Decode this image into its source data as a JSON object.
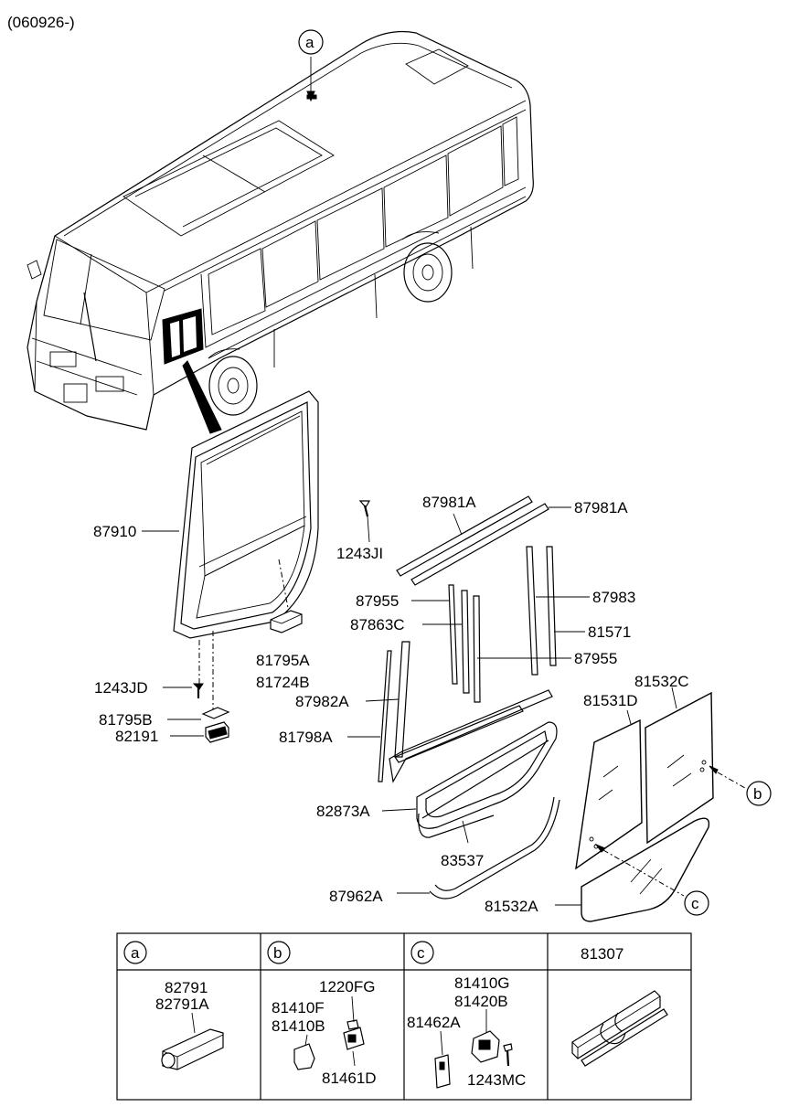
{
  "header": {
    "code": "(060926-)"
  },
  "callouts": {
    "a": "a",
    "b": "b",
    "c": "c"
  },
  "parts": {
    "p87910": "87910",
    "p1243JD": "1243JD",
    "p81795B": "81795B",
    "p82191": "82191",
    "p81795A": "81795A",
    "p81724B": "81724B",
    "p1243JI": "1243JI",
    "p87981A_1": "87981A",
    "p87981A_2": "87981A",
    "p87955_1": "87955",
    "p87863C": "87863C",
    "p87983": "87983",
    "p81571": "81571",
    "p87955_2": "87955",
    "p87982A": "87982A",
    "p81798A": "81798A",
    "p82873A": "82873A",
    "p83537": "83537",
    "p87962A": "87962A",
    "p81532C": "81532C",
    "p81531D": "81531D",
    "p81532A": "81532A"
  },
  "legend": {
    "col_a": {
      "letter": "a",
      "parts": [
        "82791",
        "82791A"
      ]
    },
    "col_b": {
      "letter": "b",
      "parts": [
        "1220FG",
        "81410F",
        "81410B",
        "81461D"
      ]
    },
    "col_c": {
      "letter": "c",
      "parts": [
        "81410G",
        "81420B",
        "81462A",
        "1243MC"
      ]
    },
    "col_d": {
      "title": "81307"
    }
  }
}
